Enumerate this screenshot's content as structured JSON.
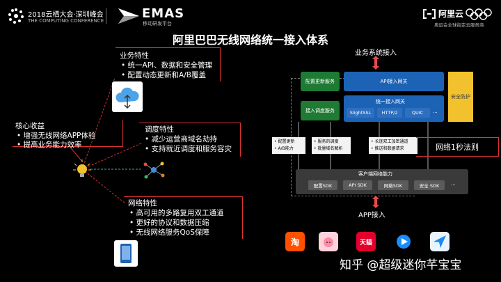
{
  "header": {
    "event_title": "2018云栖大会·深圳峰会",
    "event_subtitle": "THE COMPUTING CONFERENCE",
    "emas_logo": "EMAS",
    "emas_subtitle": "移动研发平台",
    "aliyun_logo": "阿里云",
    "aliyun_subtitle": "奥运会全球指定云服务商"
  },
  "title": "阿里巴巴无线网络统一接入体系",
  "left": {
    "core": {
      "title": "核心收益",
      "items": [
        "增强无线网络APP体验",
        "提高业务能力效率"
      ]
    },
    "business": {
      "title": "业务特性",
      "items": [
        "统一API、数据和安全管理",
        "配置动态更新和A/B覆盖"
      ]
    },
    "scheduling": {
      "title": "调度特性",
      "items": [
        "减少运营商域名劫持",
        "支持就近调度和服务容灾"
      ]
    },
    "network": {
      "title": "网络特性",
      "items": [
        "高可用的多路复用双工通道",
        "更好的协议和数据压缩",
        "无线网络服务QoS保障"
      ]
    }
  },
  "right": {
    "business_access": "业务系统接入",
    "config_service": "配置更新服务",
    "api_gateway": "API接入网关",
    "scheduling_service": "接入调度服务",
    "unified_gateway": "统一接入网关",
    "protocols": [
      "SlightSSL",
      "HTTP/2",
      "QUIC",
      "..."
    ],
    "security_label": "安全防护",
    "notes": [
      [
        "配置更新",
        "A/B能力"
      ],
      [
        "服务的调度",
        "批量域名解析"
      ],
      [
        "长连双工加密通道",
        "推送和数据请求"
      ]
    ],
    "rule_label": "网络1秒法则",
    "client_title": "客户端网络能力",
    "sdks": [
      "配置SDK",
      "API SDK",
      "网络SDK",
      "安全 SDK",
      "..."
    ],
    "app_access": "APP接入",
    "apps": [
      "淘",
      "",
      "天猫",
      "",
      ""
    ]
  },
  "watermark": "知乎 @超级迷你芊宝宝",
  "colors": {
    "accent_red": "#d33333",
    "green": "#1f7a34",
    "blue": "#1d63b5",
    "yellow": "#f2c12e",
    "grey": "#5b5b5b"
  }
}
